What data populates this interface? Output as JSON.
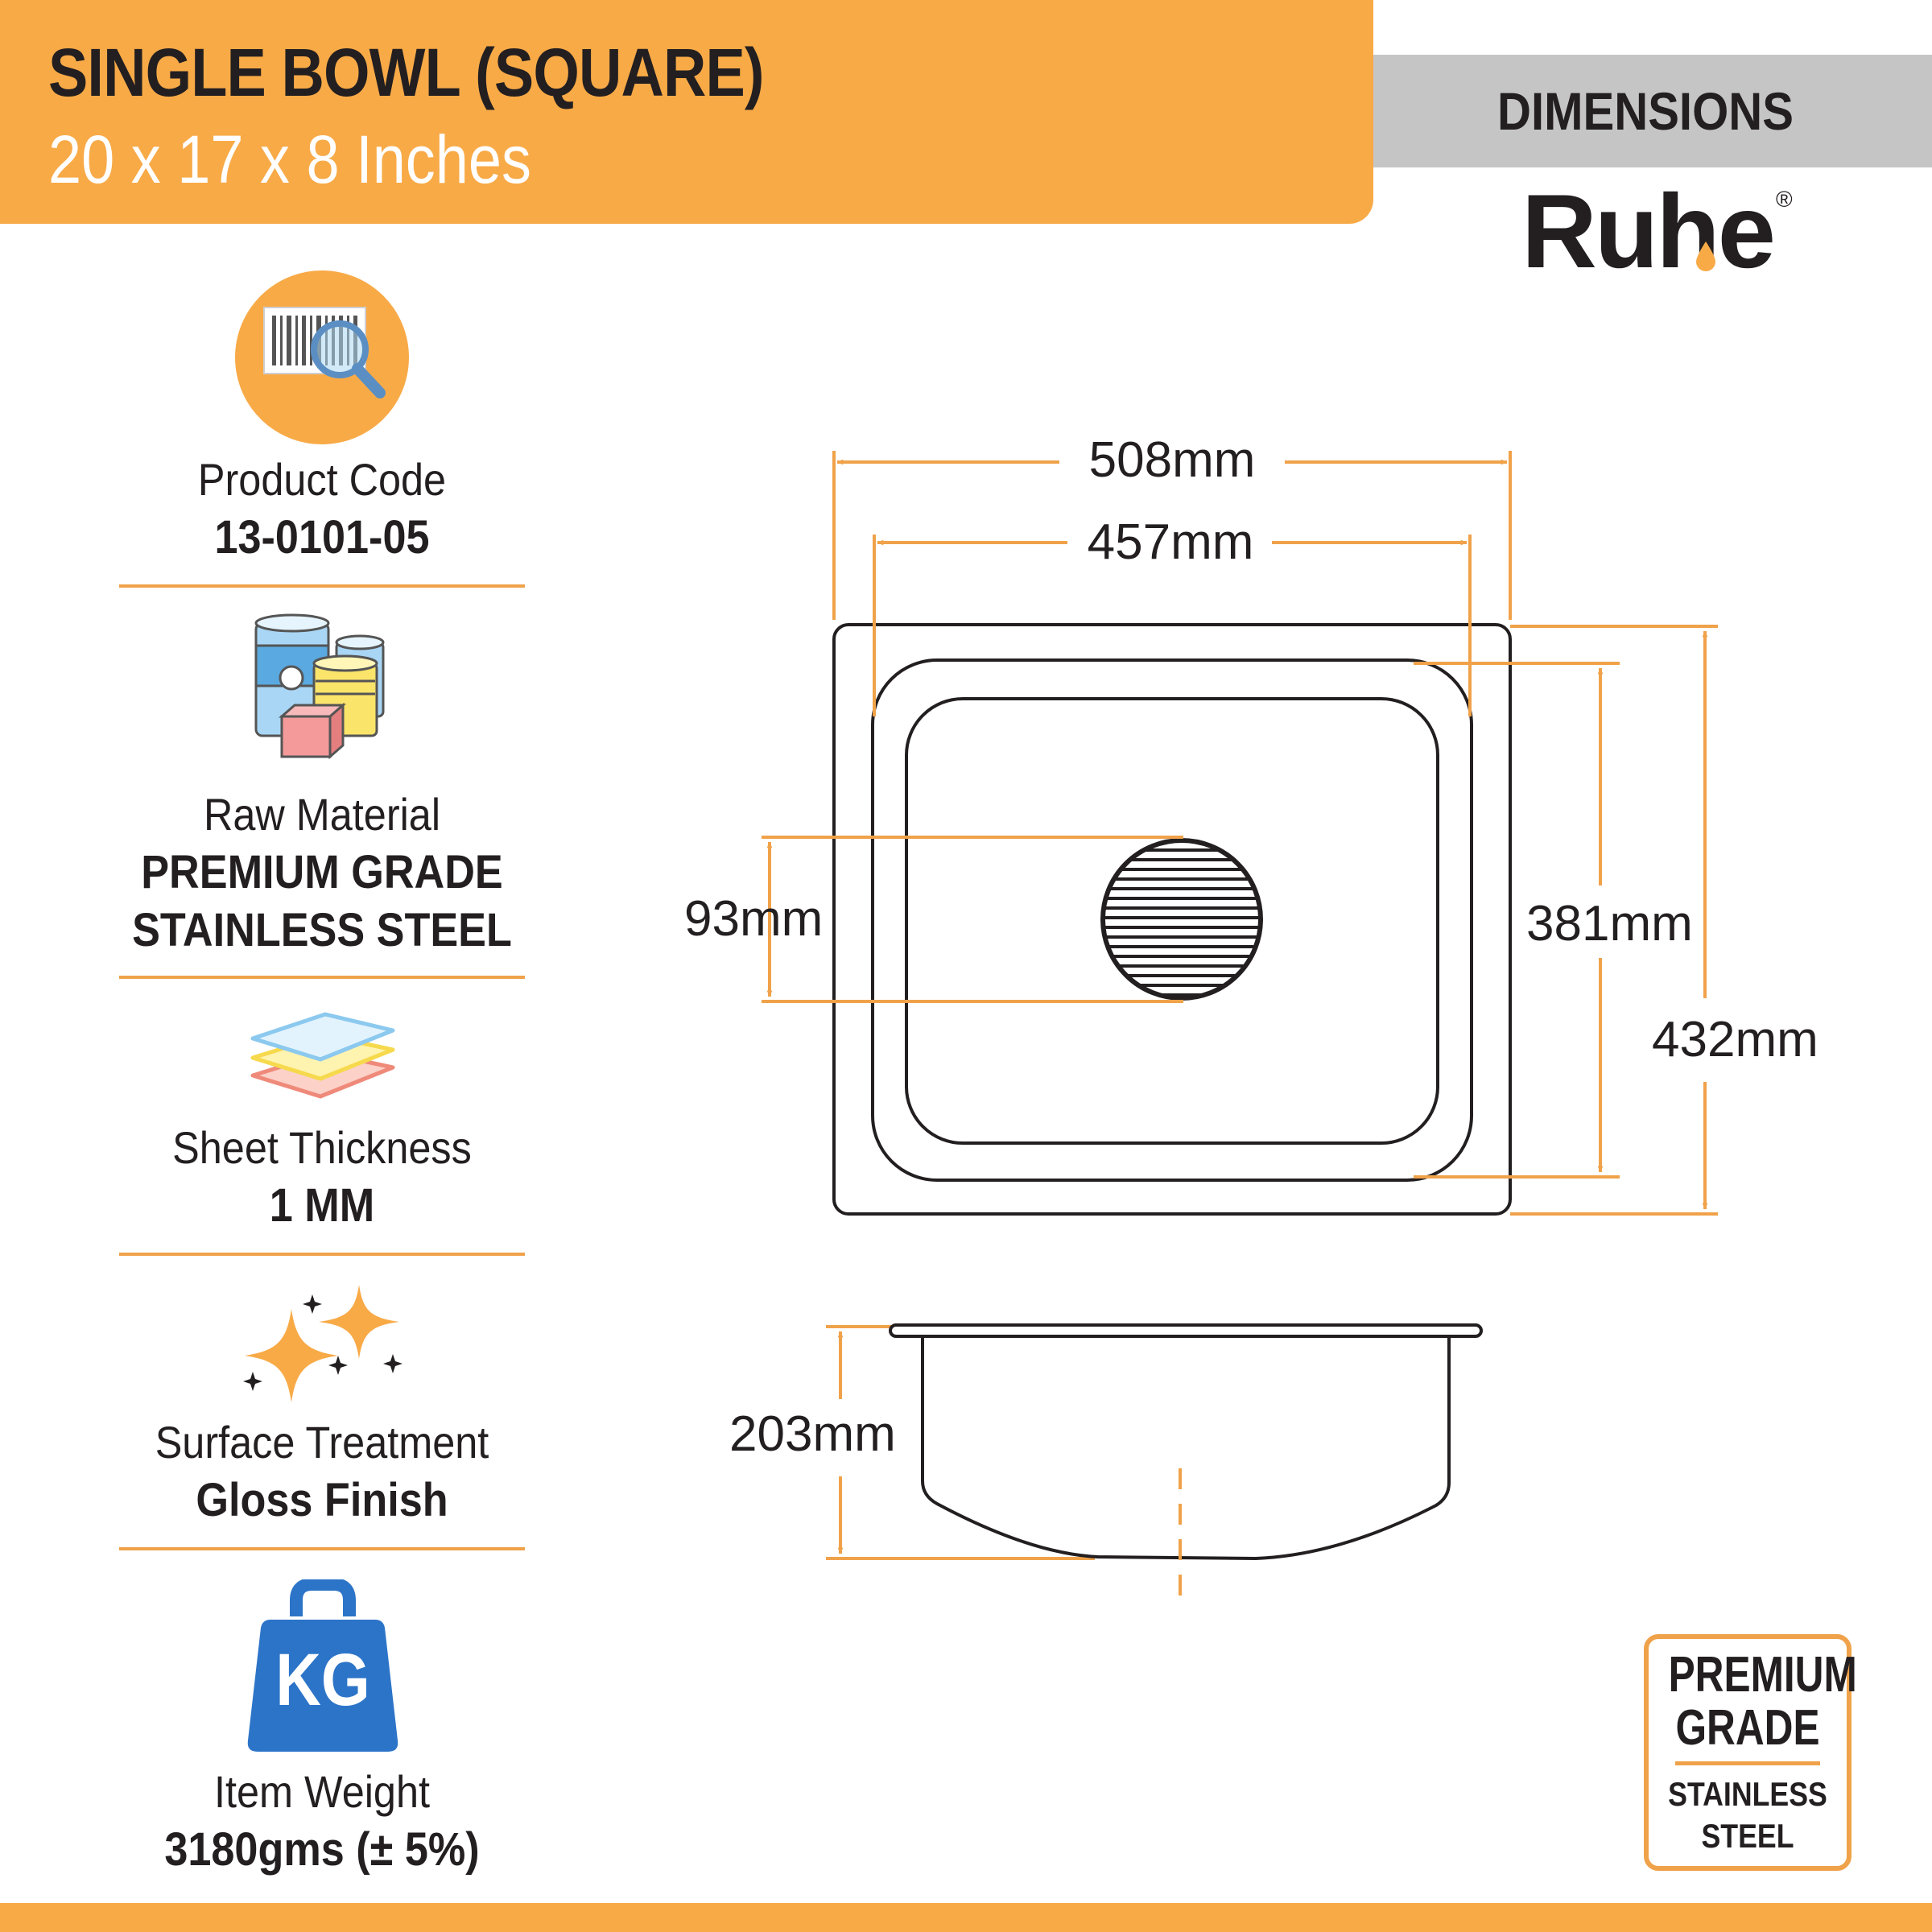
{
  "header": {
    "title": "SINGLE BOWL (SQUARE)",
    "subtitle": "20 x 17 x 8 Inches",
    "dimensions_label": "DIMENSIONS",
    "brand": "Ruhe",
    "brand_mark": "®"
  },
  "features": [
    {
      "icon": "barcode-magnifier-icon",
      "label": "Product Code",
      "value": "13-0101-05"
    },
    {
      "icon": "raw-material-containers-icon",
      "label": "Raw Material",
      "value_line1": "PREMIUM GRADE",
      "value_line2": "STAINLESS STEEL"
    },
    {
      "icon": "stacked-sheets-icon",
      "label": "Sheet Thickness",
      "value": "1 MM"
    },
    {
      "icon": "sparkles-icon",
      "label": "Surface Treatment",
      "value": "Gloss Finish"
    },
    {
      "icon": "kettlebell-weight-icon",
      "icon_text": "KG",
      "label": "Item Weight",
      "value": "3180gms (± 5%)"
    }
  ],
  "dimensions": {
    "outer_width": "508mm",
    "bowl_width": "457mm",
    "drain_diameter": "93mm",
    "bowl_length": "381mm",
    "outer_length": "432mm",
    "depth": "203mm"
  },
  "badge": {
    "line1": "PREMIUM",
    "line2": "GRADE",
    "line3": "STAINLESS",
    "line4": "STEEL"
  },
  "colors": {
    "accent_orange": "#f8aa47",
    "dimension_line": "#f0a24a",
    "dark_text": "#231f20",
    "grey_band": "#c5c5c5",
    "kettlebell_blue": "#2c74c8"
  }
}
